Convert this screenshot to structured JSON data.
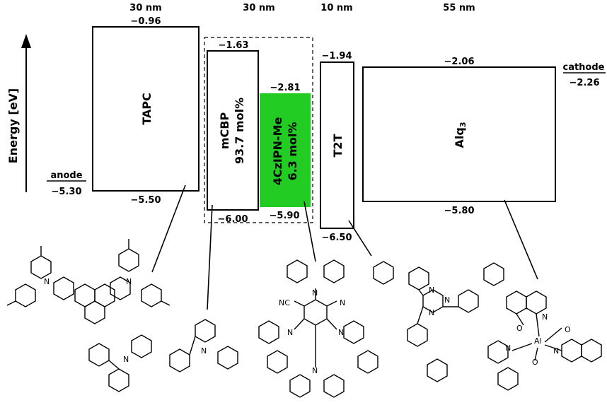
{
  "axis": {
    "label": "Energy [eV]"
  },
  "thickness": {
    "tapc": "30 nm",
    "eml": "30 nm",
    "t2t": "10 nm",
    "alq3": "55 nm"
  },
  "layers": {
    "anode": {
      "name": "anode",
      "level": "−5.30"
    },
    "cathode": {
      "name": "cathode",
      "level": "−2.26"
    },
    "tapc": {
      "name": "TAPC",
      "lumo": "−0.96",
      "homo": "−5.50"
    },
    "mcbp": {
      "name": "mCBP",
      "fraction": "93.7 mol%",
      "lumo": "−1.63",
      "homo": "−6.00"
    },
    "dopant": {
      "name": "4CzIPN-Me",
      "fraction": "6.3 mol%",
      "lumo": "−2.81",
      "homo": "−5.90",
      "color": "#22cc22"
    },
    "t2t": {
      "name": "T2T",
      "lumo": "−1.94",
      "homo": "−6.50"
    },
    "alq3": {
      "name": "Alq",
      "sub": "3",
      "lumo": "−2.06",
      "homo": "−5.80"
    }
  },
  "atoms": {
    "nitrogen": "N",
    "oxygen": "O",
    "aluminium": "Al",
    "cyano": "NC"
  }
}
